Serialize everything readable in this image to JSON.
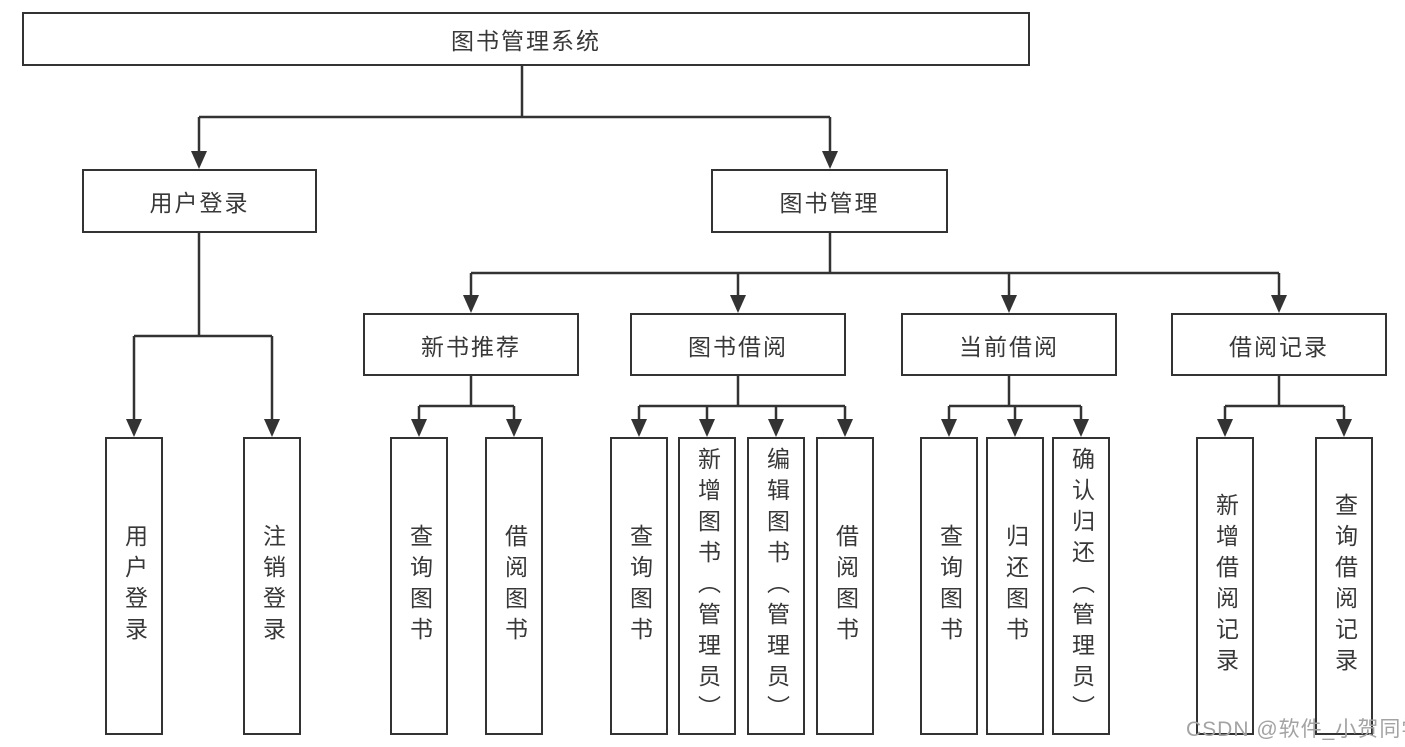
{
  "diagram": {
    "root": {
      "label": "图书管理系统"
    },
    "branches": [
      {
        "label": "用户登录",
        "leaves": [
          "用户登录",
          "注销登录"
        ]
      },
      {
        "label": "图书管理",
        "groups": [
          {
            "label": "新书推荐",
            "leaves": [
              "查询图书",
              "借阅图书"
            ]
          },
          {
            "label": "图书借阅",
            "leaves": [
              "查询图书",
              "新增图书（管理员）",
              "编辑图书（管理员）",
              "借阅图书"
            ]
          },
          {
            "label": "当前借阅",
            "leaves": [
              "查询图书",
              "归还图书",
              "确认归还（管理员）"
            ]
          },
          {
            "label": "借阅记录",
            "leaves": [
              "新增借阅记录",
              "查询借阅记录"
            ]
          }
        ]
      }
    ],
    "watermark": "CSDN @软件_小贺同学",
    "colors": {
      "line": "#333333",
      "text": "#383838",
      "background": "#ffffff",
      "watermark": "#a3a3a3"
    }
  }
}
